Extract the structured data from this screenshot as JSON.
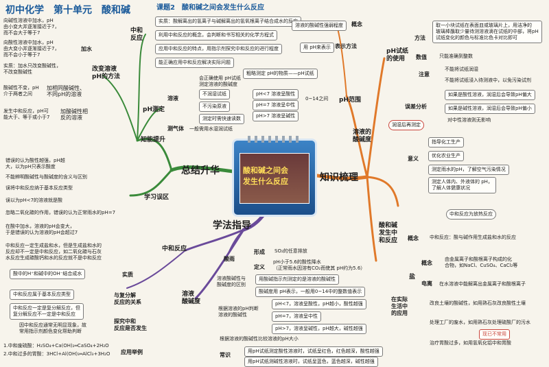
{
  "header": {
    "title": "初中化学　第十单元　酸和碱",
    "lesson": "课题2　酸和碱之间会发生什么反应"
  },
  "center": {
    "line1": "酸和碱之间会",
    "line2": "发生什么反应"
  },
  "branches": {
    "summary": "总结升华",
    "knowledge": "知识梳理",
    "method": "学法指导"
  },
  "tl": {
    "q1": "向碱性溶液中加水，pH\n由小变大并逐渐接近于7，\n而不会大于等于7",
    "q2": "向酸性溶液中加水，pH\n由大变小并逐渐接近于7，\n而不会小于等于7",
    "add_water": "加水",
    "q3": "实质：加水只改变酸碱性，\n不改变酸碱性",
    "q4": "酸碱性不变，pH\n介于两者之间",
    "q5": "加相同酸碱性、\n不同pH的溶液",
    "q6": "发生中和反应，pH可\n能大于、等于或小于7",
    "q7": "加酸碱性相\n反的溶液",
    "change_ph": "改变溶液\npH的方法",
    "ability": "知能提升"
  },
  "neutral": {
    "label": "中和\n反应",
    "items": [
      "实质：酸解离出的氢离子与碱解离出的氢氧根离子结合成水的反应",
      "利用中和反应的概念，会判断和书写相关的化学方程式",
      "应用中和反应的特点，用指示剂探究中和反应的进行程度",
      "能正确应用中和反应解决实际问题"
    ]
  },
  "phtest": {
    "label": "pH测定",
    "soln": "溶液",
    "gas": "测气体",
    "main": "会正确使用 pH试纸\n测定溶液的酸碱度",
    "items": [
      "不润湿试纸",
      "不污染原液",
      "测定时需快速读数"
    ],
    "gas_item": "一般需用水湿润试纸"
  },
  "review": {
    "label": "学习误区",
    "items": [
      "错误的认为酸性越强，pH越\n大，以为pH只表示酸度",
      "不能辨明酸碱性与酸碱度的含义与区别",
      "误将中和反应纳于基本反应类型",
      "误以为pH<7的溶液就是酸",
      "忽略二氧化碳的作用，错误的认为正常雨水的pH=7",
      "在酸中加水，溶液的pH会变大，\n于是错误的认为溶液的pH会超过7",
      "中和反应一定生成盐和水，但是生成盐和水的\n反应却不一定是中和反应，如二氧化碳与石灰\n水反应生成碳酸钙和水的反应就不是中和反应"
    ]
  },
  "kn": {
    "concept": "概念",
    "concept_item": "溶液的酸碱性强弱程度",
    "rep": "表示方法",
    "rep_item": "用 pH来表示",
    "range_item": "粗略测定 pH的物质——pH试纸",
    "ph_range": "pH范围",
    "range": "0~14之间",
    "r1": "pH<7 溶液呈酸性",
    "r2": "pH=7 溶液呈中性",
    "r3": "pH>7 溶液呈碱性",
    "solution": "溶液的\n酸碱度"
  },
  "usage": {
    "label": "pH试纸\n的使用",
    "method": "方法",
    "method_item": "取一小块试纸在表面皿或玻璃片上，用洁净的\n玻璃棒蘸取少量待测溶液滴在试纸的中部，将pH\n试纸变化的颜色与标准比色卡对比即可",
    "value": "数值",
    "value_item": "只能准确到整数",
    "notice": "注意",
    "n1": "不能将试纸润湿",
    "n2": "不能将试纸浸入待测液中，以免污染试剂",
    "err": "误差分析",
    "e1": "如果是酸性溶液，润湿后会导致pH偏大",
    "e2": "如果是碱性溶液，润湿后会导致pH偏小",
    "e3": "对中性溶液则无影响",
    "wet": "润湿后再测定"
  },
  "meaning": {
    "label": "意义",
    "items": [
      "指导化工生产",
      "优化农业生产",
      "测定雨水的pH，了解空气污染情况",
      "测定人体内、外液体的 pH，\n了解人体健康状况"
    ]
  },
  "neu2": {
    "label": "酸和碱\n发生中\n和反应",
    "hint": "中和反应为放热反应",
    "concept": "概念",
    "concept_item": "中和反应：酸与碱作用生成盐和水的反应",
    "salt": "盐",
    "salt_concept": "概念",
    "salt_item": "由金属离子和酸根离子构成的化\n合物，如NaCl、CuSO₄、CaCl₂等",
    "ion": "电离",
    "ion_item": "在水溶液中能解离出金属离子和酸根离子",
    "app": "在实际\n生活中\n的应用",
    "a1": "改良土壤的酸碱性，如用熟石灰改良酸性土壤",
    "a2": "处理工厂的废水，如用熟石灰处理硫酸厂的污水",
    "stamp": "现已不常用",
    "a3": "治疗胃酸过多，如用氢氧化铝中和胃酸"
  },
  "method": {
    "neut": "中和反应",
    "acidrain": "酸雨",
    "form": "形成",
    "form_item": "SO₂的任意排放",
    "def": "定义",
    "def_item": "pH小于5.6的酸性降水\n（正常雨水因溶有CO₂而使其 pH约为5.6）",
    "sol": "溶液\n酸碱度",
    "diff": "溶液酸碱性与\n酸碱度的区别",
    "d1": "用酸碱指示剂测定的是溶液的酸碱性",
    "d2": "酸碱度用 pH表示，一般用0~14中的整数值表示",
    "judge": "根据溶液的pH判断\n溶液的酸碱性",
    "j1": "pH<7，溶液呈酸性，pH越小，酸性越强",
    "j2": "pH=7，溶液呈中性",
    "j3": "pH>7，溶液呈碱性，pH越大，碱性越强",
    "cmp": "根据溶液的酸碱性比较溶液的pH大小",
    "common": "常识",
    "c1": "用pH试纸测定酸性溶液时，试纸呈红色，红色越深，酸性越强",
    "c2": "用pH试纸测碱性溶液时，试纸呈蓝色，蓝色越深，碱性越强",
    "essence": "实质",
    "ess_item": "酸中的H⁺和碱中的OH⁻结合成水",
    "rel": "与复分解\n反应的关系",
    "rel1": "中和反应属于基本反应类型",
    "rel2": "中和反应一定是复分解反应，但\n复分解反应不一定是中和反应",
    "explore": "探究中和\n反应是否发生",
    "exp_item": "因中和反应通常无明显现象，故\n常用指示剂颜色变化帮助判断",
    "eq1": "1.中和废硫酸：H₂SO₄+Ca(OH)₂═CaSO₄+2H₂O",
    "eq2": "2.中和过多的胃酸：3HCl+Al(OH)₃═AlCl₃+3H₂O",
    "use": "应用举例"
  }
}
